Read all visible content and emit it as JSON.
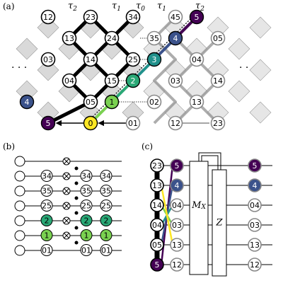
{
  "panels": {
    "a": "(a)",
    "b": "(b)",
    "c": "(c)"
  },
  "taus": [
    "τ",
    "τ",
    "τ",
    "τ",
    "τ"
  ],
  "tau_subs": [
    "2",
    "1",
    "0",
    "1",
    "2"
  ],
  "ellipsis": "· · ·",
  "colors": {
    "purple": "#440154",
    "blue": "#3b528b",
    "teal": "#21918c",
    "green2": "#2aa876",
    "lime": "#7ad151",
    "yellow": "#fde725",
    "grid": "#d9d9d9",
    "dark": "#000000",
    "gray": "#888888"
  },
  "grid_a": {
    "black_nodes": [
      {
        "t": "12",
        "x": 0,
        "y": 0
      },
      {
        "t": "23",
        "x": 2,
        "y": 0
      },
      {
        "t": "34",
        "x": 4,
        "y": 0
      },
      {
        "t": "13",
        "x": 1,
        "y": 1
      },
      {
        "t": "24",
        "x": 3,
        "y": 1
      },
      {
        "t": "03",
        "x": 0,
        "y": 2
      },
      {
        "t": "14",
        "x": 2,
        "y": 2
      },
      {
        "t": "25",
        "x": 4,
        "y": 2
      },
      {
        "t": "04",
        "x": 1,
        "y": 3
      },
      {
        "t": "15",
        "x": 3,
        "y": 3
      },
      {
        "t": "05",
        "x": 2,
        "y": 4
      }
    ],
    "gray_nodes": [
      {
        "t": "45",
        "x": 6,
        "y": 0
      },
      {
        "t": "35",
        "x": 5,
        "y": 1
      },
      {
        "t": "05",
        "x": 8,
        "y": 1
      },
      {
        "t": "04",
        "x": 7,
        "y": 2
      },
      {
        "t": "03",
        "x": 6,
        "y": 3
      },
      {
        "t": "14",
        "x": 8,
        "y": 3
      },
      {
        "t": "02",
        "x": 5,
        "y": 4
      },
      {
        "t": "13",
        "x": 7,
        "y": 4
      },
      {
        "t": "01",
        "x": 4,
        "y": 5
      },
      {
        "t": "12",
        "x": 6,
        "y": 5
      },
      {
        "t": "23",
        "x": 8,
        "y": 5
      }
    ],
    "color_nodes": [
      {
        "t": "5",
        "x": 7,
        "y": 0,
        "c": "purple"
      },
      {
        "t": "4",
        "x": 6,
        "y": 1,
        "c": "blue"
      },
      {
        "t": "3",
        "x": 5,
        "y": 2,
        "c": "teal"
      },
      {
        "t": "2",
        "x": 4,
        "y": 3,
        "c": "green2"
      },
      {
        "t": "1",
        "x": 3,
        "y": 4,
        "c": "lime"
      },
      {
        "t": "0",
        "x": 2,
        "y": 5,
        "c": "yellow"
      },
      {
        "t": "4",
        "x": -1,
        "y": 4,
        "c": "blue"
      },
      {
        "t": "5",
        "x": 0,
        "y": 5,
        "c": "purple"
      }
    ]
  },
  "circuit_b": {
    "wire_labels": [
      "34",
      "35",
      "25",
      "2",
      "1",
      "01"
    ],
    "col2_labels": [
      "34",
      "35",
      "25",
      "2",
      "1",
      "01"
    ],
    "col3_labels": [
      "34",
      "35",
      "25",
      "2",
      "1",
      "01"
    ]
  },
  "circuit_c": {
    "left_labels": [
      "23",
      "13",
      "14",
      "04",
      "05",
      "5"
    ],
    "mid_labels": [
      "5",
      "4",
      "04",
      "03",
      "13",
      "12"
    ],
    "right_labels": [
      "5",
      "4",
      "04",
      "03",
      "13",
      "12"
    ],
    "mx_label": "M",
    "mx_sub": "X",
    "z_label": "Z"
  }
}
